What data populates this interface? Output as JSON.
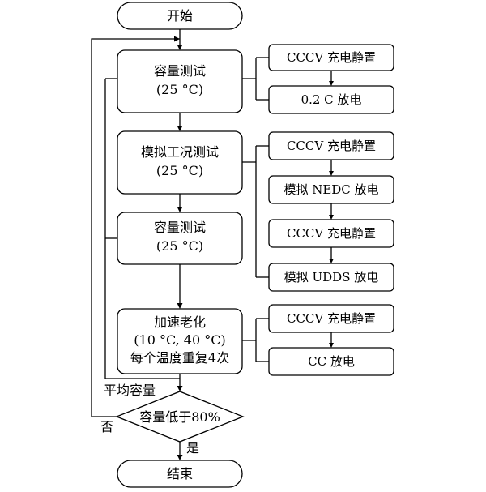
{
  "flowchart": {
    "start": "开始",
    "end": "结束",
    "steps": [
      {
        "line1": "容量测试",
        "line2": "(25 °C)"
      },
      {
        "line1": "模拟工况测试",
        "line2": "(25 °C)"
      },
      {
        "line1": "容量测试",
        "line2": "(25 °C)"
      },
      {
        "line1": "加速老化",
        "line2": "(10 °C, 40 °C)",
        "line3": "每个温度重复4次"
      }
    ],
    "substeps": {
      "capacity_test_1": [
        "CCCV 充电静置",
        "0.2 C 放电"
      ],
      "drive_cycle_test": [
        "CCCV 充电静置",
        "模拟 NEDC 放电",
        "CCCV 充电静置",
        "模拟 UDDS 放电"
      ],
      "aging": [
        "CCCV 充电静置",
        "CC 放电"
      ]
    },
    "avg_capacity_label": "平均容量",
    "decision": "容量低于80%",
    "no_label": "否",
    "yes_label": "是"
  }
}
